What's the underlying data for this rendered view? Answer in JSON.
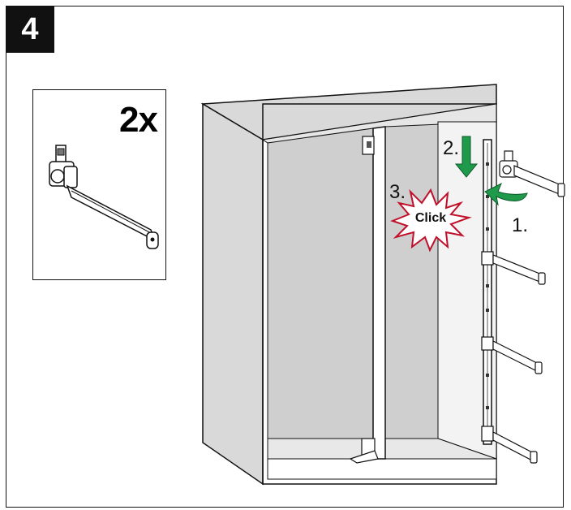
{
  "step": {
    "number": "4"
  },
  "inset": {
    "quantity": "2x"
  },
  "steps": {
    "one": "1.",
    "two": "2.",
    "three": "3."
  },
  "sound": {
    "click": "Click"
  },
  "colors": {
    "panel": "#d7d7d7",
    "back": "#cfcfcf",
    "arrow": "#1f9a4b",
    "burst": "#c0102a"
  }
}
